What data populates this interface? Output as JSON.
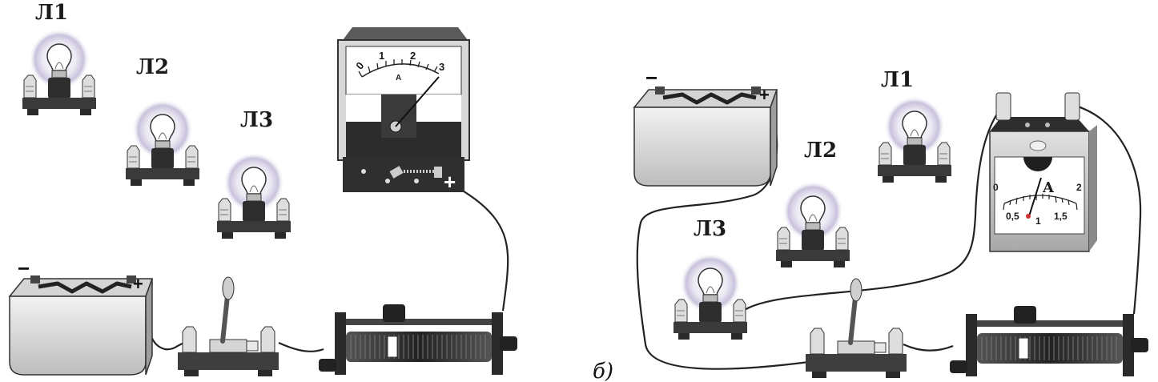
{
  "left": {
    "lamps": [
      {
        "label": "Л1"
      },
      {
        "label": "Л2"
      },
      {
        "label": "Л3"
      }
    ],
    "ammeter": {
      "unit": "A",
      "ticks": [
        "0",
        "1",
        "2",
        "3"
      ],
      "terminal_sign": "+"
    },
    "battery": {
      "minus": "−",
      "plus": "+"
    }
  },
  "right": {
    "panel_label": "б)",
    "lamps": [
      {
        "label": "Л1"
      },
      {
        "label": "Л2"
      },
      {
        "label": "Л3"
      }
    ],
    "ammeter": {
      "unit": "A",
      "ticks_top": [
        "0",
        "2"
      ],
      "ticks_bottom": [
        "0,5",
        "1",
        "1,5"
      ]
    },
    "battery": {
      "minus": "−",
      "plus": "+"
    }
  },
  "colors": {
    "ink": "#1a1a1a",
    "halo": "#b9b2cf",
    "device_dark": "#3a3a3a",
    "device_light": "#e6e6e6"
  }
}
